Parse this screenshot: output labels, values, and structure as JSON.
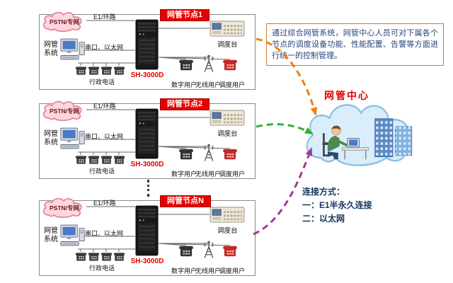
{
  "nodes": [
    {
      "title": "网管节点1",
      "pstn": "PSTN/专网",
      "e1_label": "E1/环路",
      "nms_label": "网管系统",
      "serial_label": "串口、以太网",
      "server_model": "SH-3000D",
      "admin_phone_label": "行政电话",
      "console_label": "调度台",
      "digital_user_label": "数字用户",
      "wireless_user_label": "无线用户",
      "dispatch_user_label": "调度用户"
    },
    {
      "title": "网管节点2",
      "pstn": "PSTN/专网",
      "e1_label": "E1/环路",
      "nms_label": "网管系统",
      "serial_label": "串口、以太网",
      "server_model": "SH-3000D",
      "admin_phone_label": "行政电话",
      "console_label": "调度台",
      "digital_user_label": "数字用户",
      "wireless_user_label": "无线用户",
      "dispatch_user_label": "调度用户"
    },
    {
      "title": "网管节点N",
      "pstn": "PSTN/专网",
      "e1_label": "E1/环路",
      "nms_label": "网管系统",
      "serial_label": "串口、以太网",
      "server_model": "SH-3000D",
      "admin_phone_label": "行政电话",
      "console_label": "调度台",
      "digital_user_label": "数字用户",
      "wireless_user_label": "无线用户",
      "dispatch_user_label": "调度用户"
    }
  ],
  "right_panel": {
    "description": "通过综合网管系统，网管中心人员可对下属各个节点的调度设备功能、性能配置、告警等方面进行统一的控制管理。",
    "center_title": "网管中心",
    "connection_header": "连接方式：",
    "connection_option1": "一：E1半永久连接",
    "connection_option2": "二：以太网"
  },
  "colors": {
    "node_title_bg": "#e60000",
    "server_label": "#e00000",
    "center_title": "#e60000",
    "arrow_node1": "#f08010",
    "arrow_node2": "#2eb32e",
    "arrow_nodeN": "#a23a96",
    "pstn_cloud_fill": "#fcd7de",
    "center_cloud_fill": "#d9edfa"
  }
}
